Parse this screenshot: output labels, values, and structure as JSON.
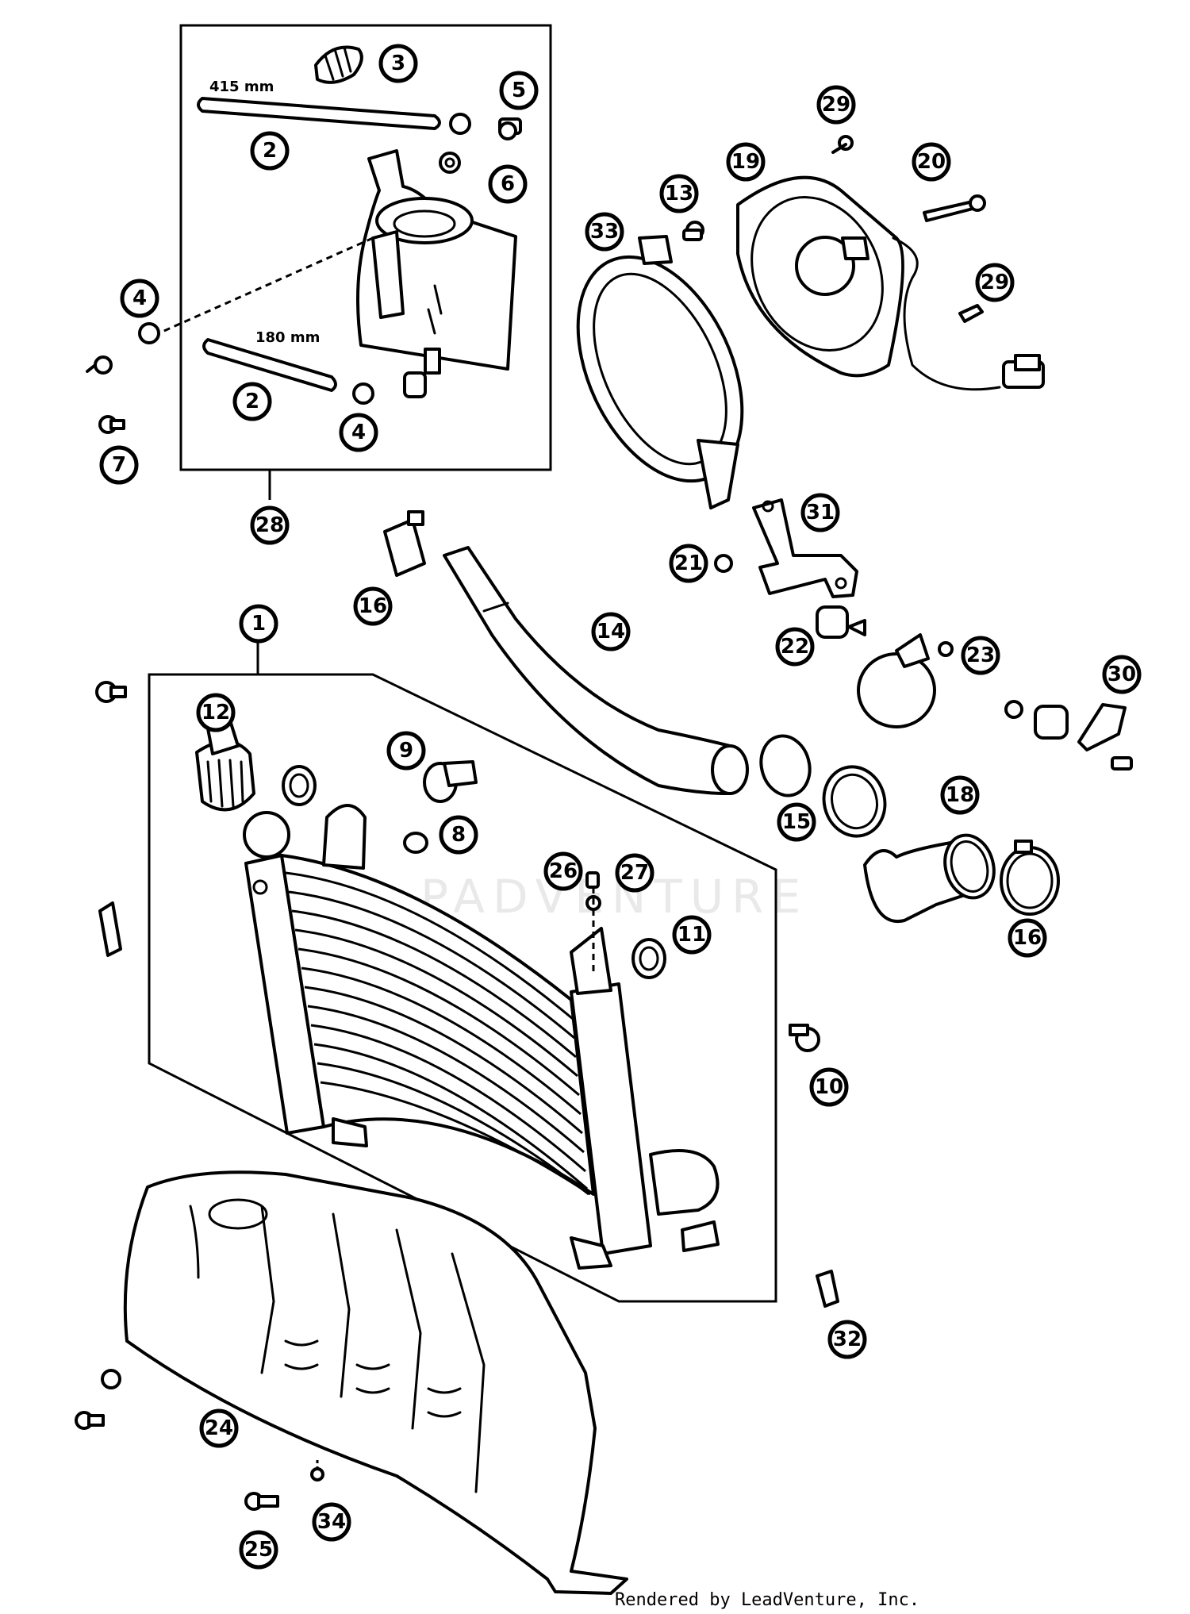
{
  "dimensions": {
    "hose_upper_length": "415 mm",
    "hose_lower_length": "180 mm"
  },
  "callouts": {
    "c1": "1",
    "c2a": "2",
    "c2b": "2",
    "c3": "3",
    "c4a": "4",
    "c4b": "4",
    "c5": "5",
    "c6": "6",
    "c7": "7",
    "c8": "8",
    "c9": "9",
    "c10": "10",
    "c11": "11",
    "c12": "12",
    "c13": "13",
    "c14": "14",
    "c15": "15",
    "c16a": "16",
    "c16b": "16",
    "c18": "18",
    "c19": "19",
    "c20": "20",
    "c21": "21",
    "c22": "22",
    "c23": "23",
    "c24": "24",
    "c25": "25",
    "c26": "26",
    "c27": "27",
    "c28": "28",
    "c29a": "29",
    "c29b": "29",
    "c30": "30",
    "c31": "31",
    "c32": "32",
    "c33": "33",
    "c34": "34"
  },
  "watermark": "PADVENTURE",
  "footer": {
    "credit": "Rendered by LeadVenture, Inc."
  }
}
